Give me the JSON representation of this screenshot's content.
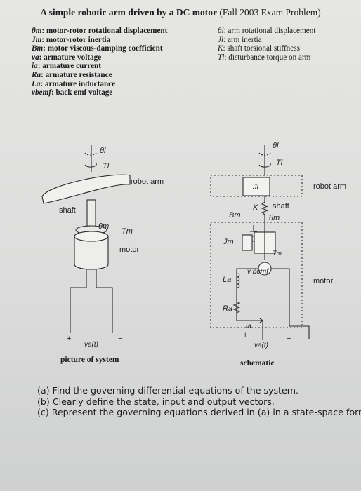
{
  "title": {
    "main": "A simple robotic arm driven by a DC motor",
    "note": "(Fall 2003 Exam Problem)"
  },
  "definitions_left": [
    {
      "symbol": "θm",
      "text": ": motor-rotor rotational displacement"
    },
    {
      "symbol": "Jm",
      "text": ": motor-rotor inertia"
    },
    {
      "symbol": "Bm",
      "text": ": motor viscous-damping coefficient"
    },
    {
      "symbol": "va",
      "text": ": armature voltage"
    },
    {
      "symbol": "ia",
      "text": ": armature current"
    },
    {
      "symbol": "Ra",
      "text": ": armature resistance"
    },
    {
      "symbol": "La",
      "text": ": armature inductance"
    },
    {
      "symbol": "vbemf",
      "text": ": back emf voltage"
    }
  ],
  "definitions_right": [
    {
      "symbol": "θl",
      "text": ": arm rotational displacement"
    },
    {
      "symbol": "Jl",
      "text": ": arm inertia"
    },
    {
      "symbol": "K",
      "text": ": shaft torsional stiffness"
    },
    {
      "symbol": "Tl",
      "text": ": disturbance torque on arm"
    }
  ],
  "picture": {
    "theta_l": "θl",
    "T_l": "Tl",
    "robot_arm": "robot arm",
    "shaft": "shaft",
    "theta_m": "θm",
    "T_m": "Tm",
    "motor": "motor",
    "plus": "+",
    "minus": "−",
    "v_a": "va(t)",
    "caption": "picture of system"
  },
  "schematic": {
    "theta_l": "θl",
    "T_l": "Tl",
    "J_l": "Jl",
    "robot_arm": "robot arm",
    "shaft": "shaft",
    "K": "K",
    "B_m": "Bm",
    "theta_m": "θm",
    "J_m": "Jm",
    "T_m": "Tm",
    "v_bemf": "v bemf",
    "L_a": "La",
    "R_a": "Ra",
    "i_a": "ia",
    "motor": "motor",
    "plus": "+",
    "minus": "−",
    "v_a": "va(t)",
    "caption": "schematic"
  },
  "questions": [
    "(a) Find the governing differential equations of the system.",
    "(b) Clearly define the state, input and output vectors.",
    "(c) Represent the governing equations derived in (a) in a state-space form."
  ]
}
